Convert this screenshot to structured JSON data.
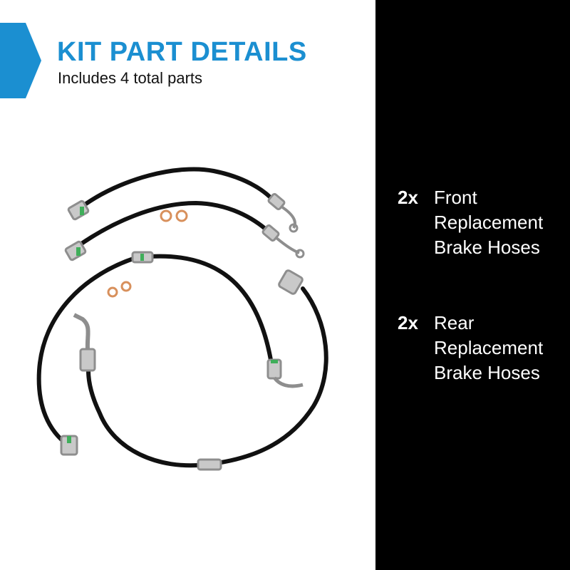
{
  "header": {
    "title": "KIT PART DETAILS",
    "subtitle": "Includes 4 total parts",
    "accent_color": "#1b8fd1"
  },
  "product_image": {
    "icon": "brake-hose-kit-icon"
  },
  "parts": [
    {
      "qty": "2x",
      "description": "Front\nReplacement\nBrake Hoses"
    },
    {
      "qty": "2x",
      "description": "Rear\nReplacement\nBrake Hoses"
    }
  ],
  "colors": {
    "left_background": "#ffffff",
    "right_background": "#000000",
    "part_text": "#ffffff"
  }
}
